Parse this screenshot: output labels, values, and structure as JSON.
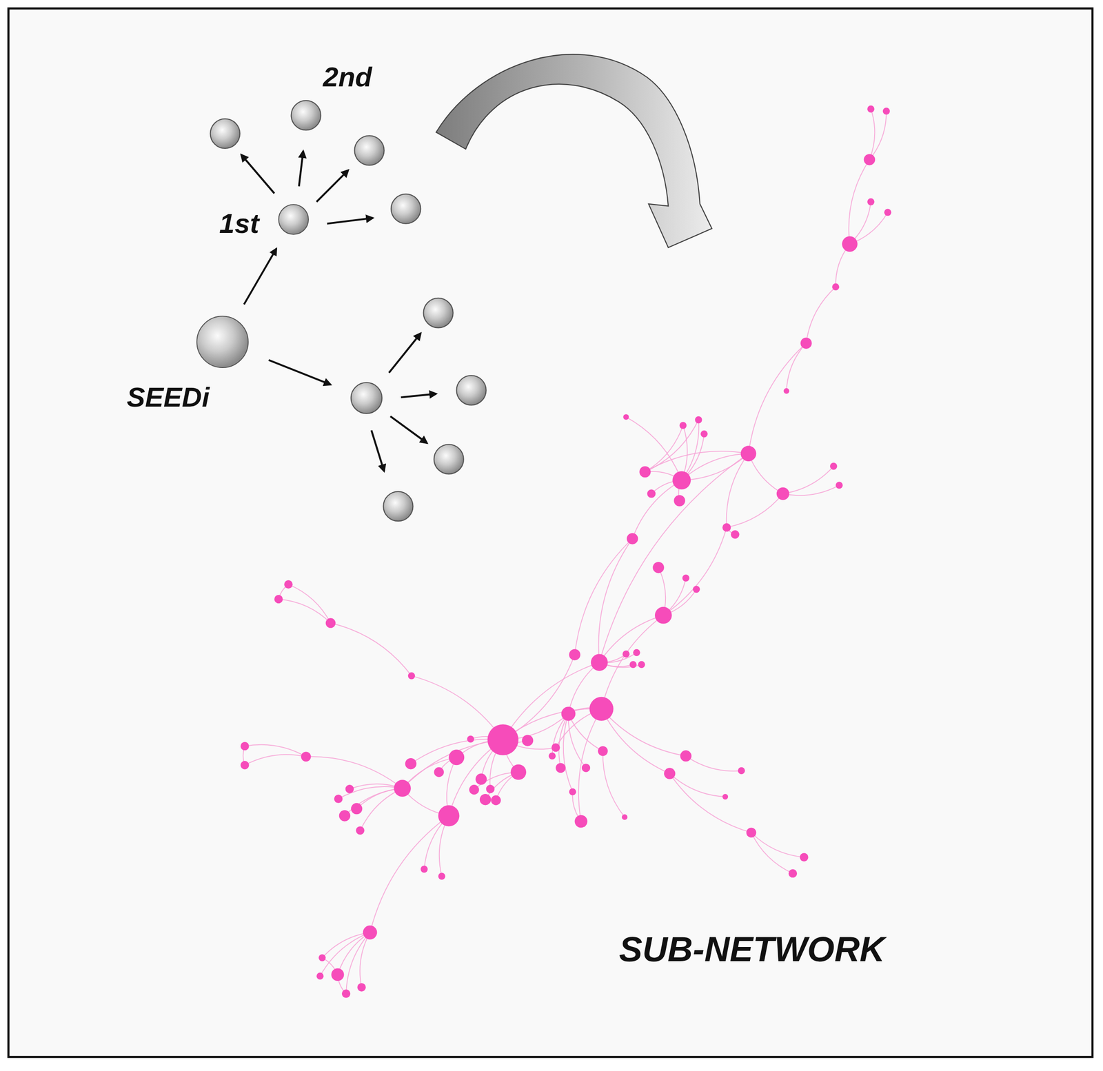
{
  "diagram": {
    "nodes": [
      {
        "text": [
          "SEEDi"
        ]
      },
      {
        "text": [
          "1st"
        ]
      }
    ],
    "edges": [
      {
        "from": 0,
        "to": 1,
        "arrow": "to"
      }
    ],
    "labels": [
      "2nd",
      "SUB-NETWORK"
    ]
  }
}
